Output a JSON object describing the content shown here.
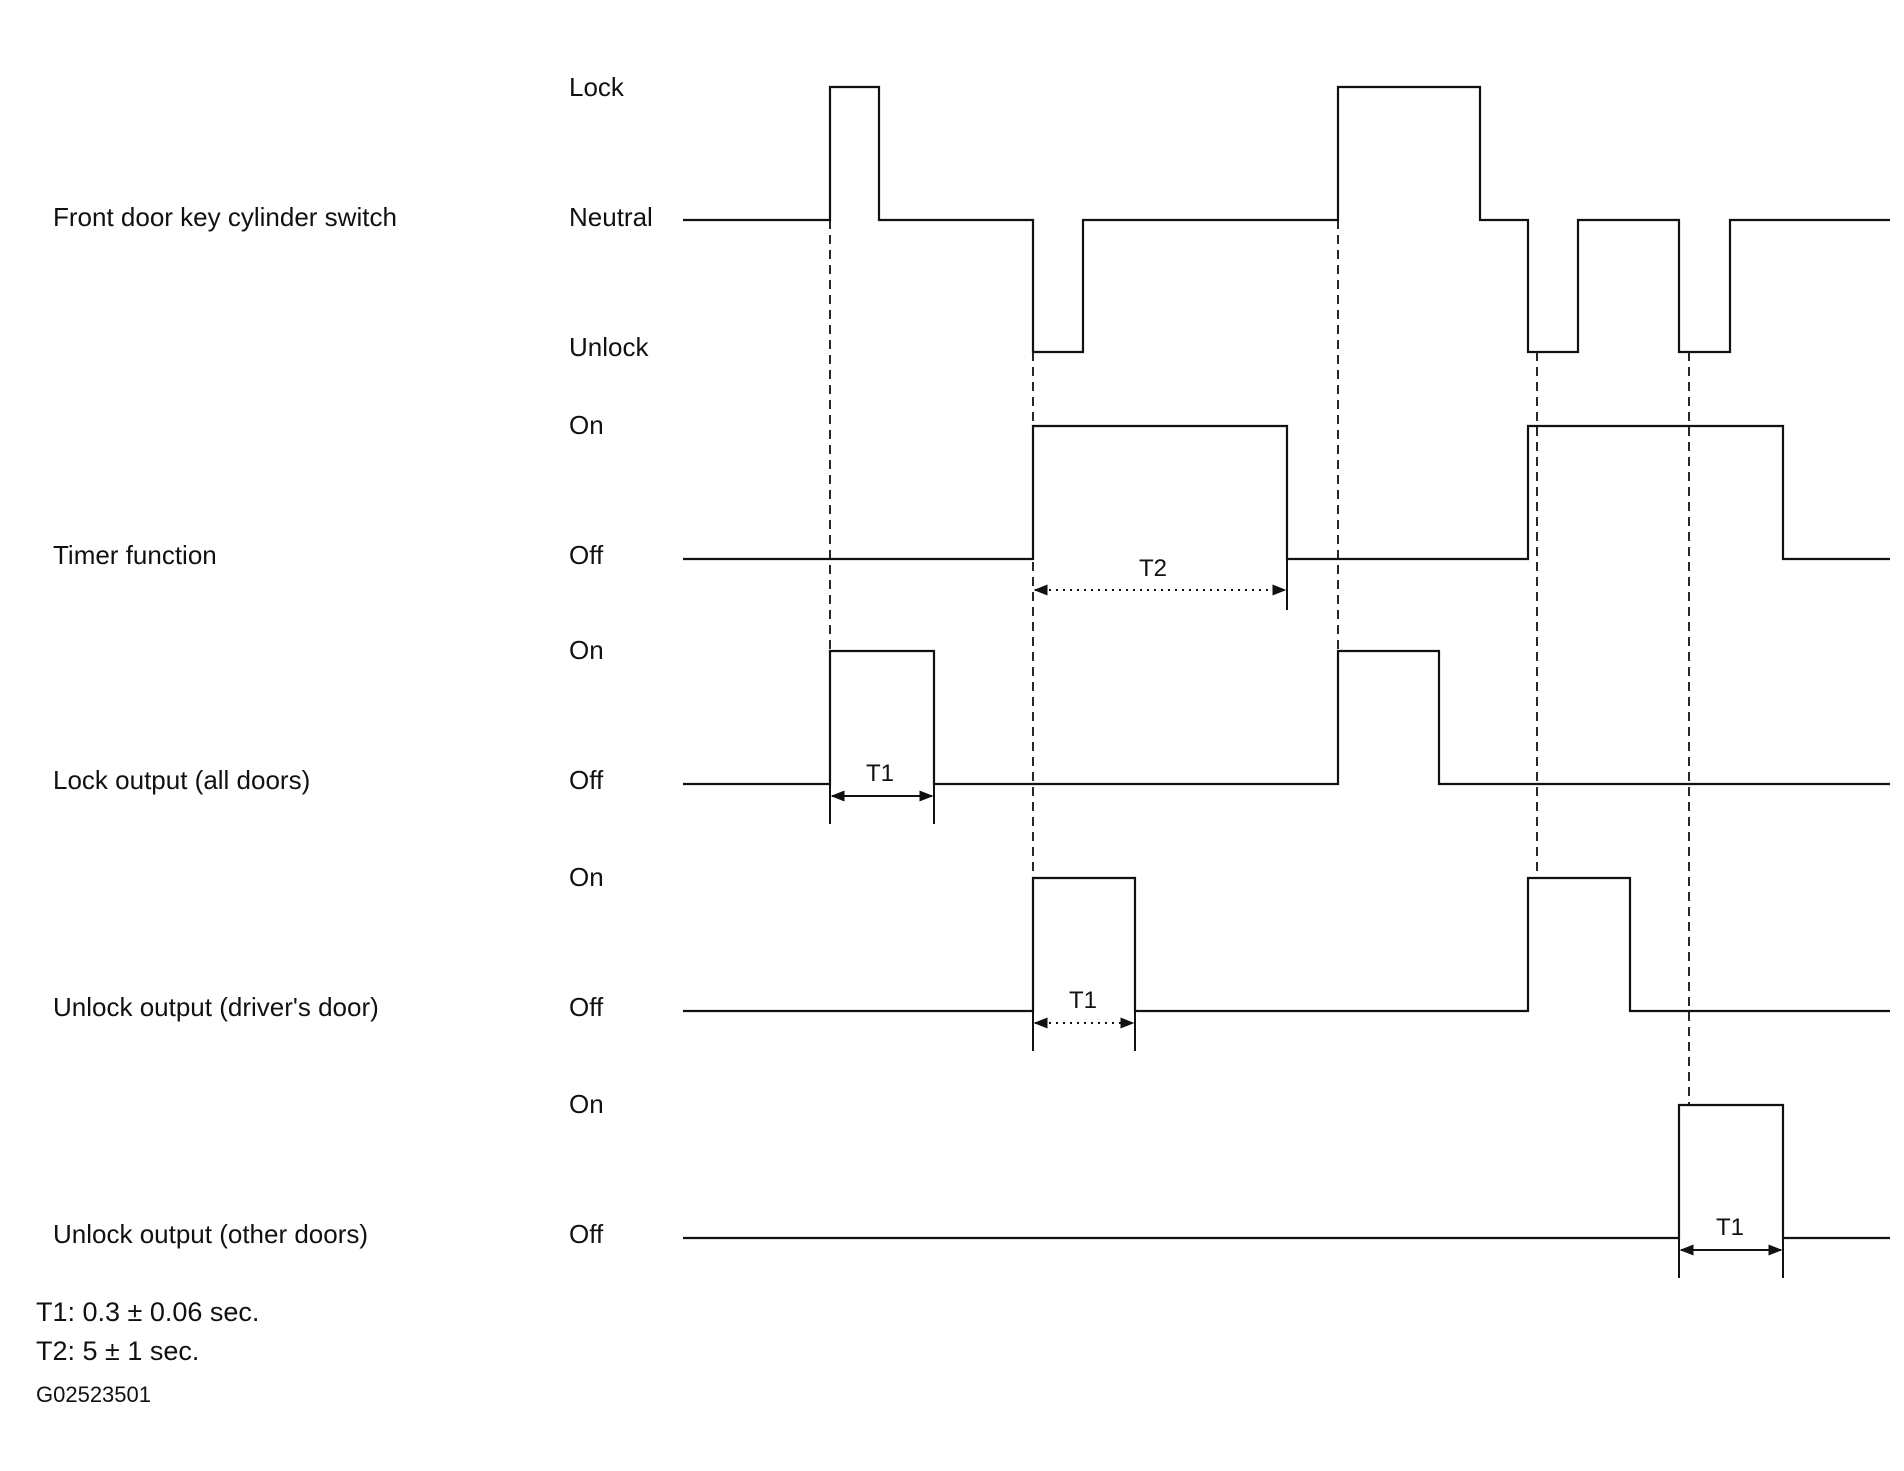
{
  "signals": [
    {
      "name": "Front door key cylinder switch",
      "levels": [
        "Lock",
        "Neutral",
        "Unlock"
      ]
    },
    {
      "name": "Timer function",
      "levels": [
        "On",
        "Off"
      ]
    },
    {
      "name": "Lock output (all doors)",
      "levels": [
        "On",
        "Off"
      ]
    },
    {
      "name": "Unlock output (driver's door)",
      "levels": [
        "On",
        "Off"
      ]
    },
    {
      "name": "Unlock output (other doors)",
      "levels": [
        "On",
        "Off"
      ]
    }
  ],
  "intervals": {
    "t1": "T1",
    "t2": "T2"
  },
  "legend": {
    "t1": "T1: 0.3 ± 0.06 sec.",
    "t2": "T2: 5 ± 1 sec."
  },
  "figure_id": "G02523501"
}
